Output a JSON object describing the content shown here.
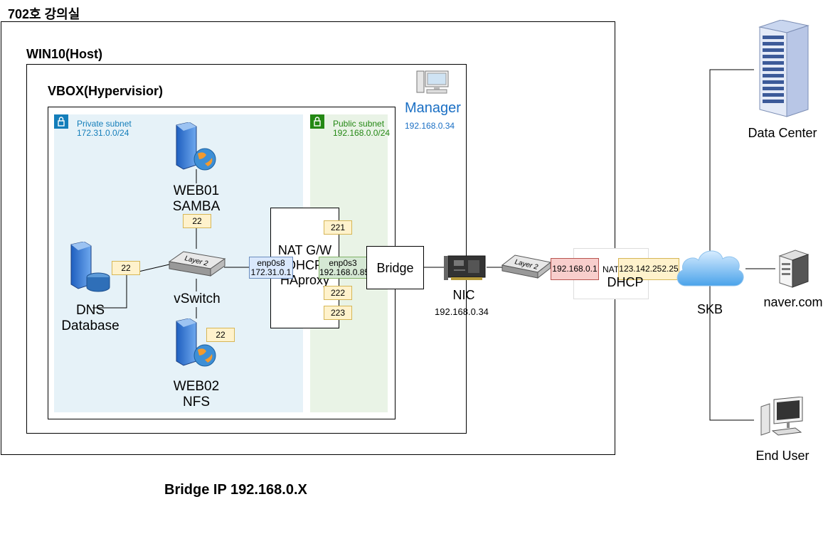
{
  "room": {
    "title": "702호 강의실"
  },
  "host": {
    "title": "WIN10(Host)"
  },
  "hypervisor": {
    "title": "VBOX(Hypervisior)"
  },
  "private_subnet": {
    "name": "Private subnet",
    "cidr": "172.31.0.0/24"
  },
  "public_subnet": {
    "name": "Public subnet",
    "cidr": "192.168.0.0/24"
  },
  "manager": {
    "name": "Manager",
    "ip": "192.168.0.34"
  },
  "web01": {
    "line1": "WEB01",
    "line2": "SAMBA",
    "port": "22"
  },
  "web02": {
    "line1": "WEB02",
    "line2": "NFS",
    "port": "22"
  },
  "dns": {
    "line1": "DNS",
    "line2": "Database",
    "port": "22"
  },
  "vswitch": {
    "label": "vSwitch",
    "device_text": "Layer 2"
  },
  "nat_gw": {
    "line1": "NAT G/W",
    "line2": "DHCP",
    "line3": "HAproxy",
    "ports": [
      "221",
      "222",
      "223"
    ]
  },
  "enp0s8": {
    "name": "enp0s8",
    "ip": "172.31.0.1"
  },
  "enp0s3": {
    "name": "enp0s3",
    "ip": "192.168.0.85"
  },
  "bridge": {
    "label": "Bridge"
  },
  "nic": {
    "label": "NIC",
    "ip": "192.168.0.34"
  },
  "router_switch": {
    "device_text": "Layer 2"
  },
  "router": {
    "lan_ip": "192.168.0.1",
    "nat_label": "NAT",
    "dhcp_label": "DHCP",
    "wan_ip": "123.142.252.25"
  },
  "skb": {
    "label": "SKB"
  },
  "datacenter": {
    "label": "Data Center"
  },
  "naver": {
    "label": "naver.com"
  },
  "end_user": {
    "label": "End User"
  },
  "bridge_note": {
    "text": "Bridge IP 192.168.0.X"
  },
  "colors": {
    "private_fill": "#e6f2f8",
    "private_text": "#147eba",
    "public_fill": "#e9f3e6",
    "public_text": "#248814",
    "port_fill": "#fff2cc",
    "port_border": "#d6b656",
    "enp0s8_fill": "#dae8fc",
    "enp0s8_border": "#6c8ebf",
    "enp0s3_fill": "#d5e8d4",
    "enp0s3_border": "#82b366",
    "lan_fill": "#f8cecc",
    "lan_border": "#b85450",
    "manager_text": "#1a6fc4"
  }
}
